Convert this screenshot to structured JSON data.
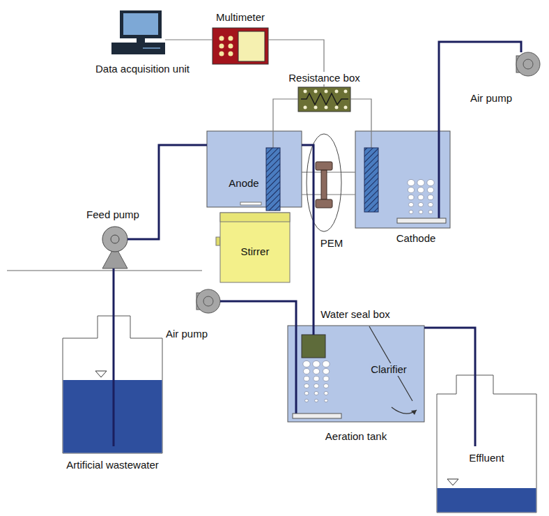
{
  "diagram": {
    "nodes": [
      {
        "text": [
          "Data acquisition unit"
        ]
      },
      {
        "text": [
          "Multimeter"
        ]
      },
      {
        "text": [
          "Resistance box"
        ]
      },
      {
        "text": [
          "Air pump"
        ]
      },
      {
        "text": [
          "Anode"
        ]
      },
      {
        "text": [
          "Cathode"
        ]
      },
      {
        "text": [
          "Feed pump"
        ]
      },
      {
        "text": [
          "Stirrer"
        ]
      },
      {
        "text": [
          "PEM"
        ]
      },
      {
        "text": [
          "Air pump"
        ]
      },
      {
        "text": [
          "Clarifier",
          "Aeration tank"
        ]
      },
      {
        "text": [
          "Water seal box"
        ],
        "in": 10
      },
      {
        "text": [
          "Artificial wastewater"
        ]
      },
      {
        "text": [
          "Effluent"
        ]
      }
    ],
    "edges": [
      {
        "from": 0,
        "to": 1,
        "arrow": "none"
      },
      {
        "from": 1,
        "to": 2,
        "arrow": "none"
      },
      {
        "from": 2,
        "to": 4,
        "arrow": "none"
      },
      {
        "from": 2,
        "to": 5,
        "arrow": "none"
      },
      {
        "from": 3,
        "to": 5,
        "arrow": "none"
      },
      {
        "from": 6,
        "to": 4,
        "arrow": "none"
      },
      {
        "from": 12,
        "to": 6,
        "arrow": "none"
      },
      {
        "from": 4,
        "to": 11,
        "arrow": "none"
      },
      {
        "from": 9,
        "to": 10,
        "arrow": "none"
      },
      {
        "from": 10,
        "to": 13,
        "arrow": "none"
      },
      {
        "from": 4,
        "to": 8,
        "arrow": "none"
      },
      {
        "from": 8,
        "to": 5,
        "arrow": "none"
      }
    ]
  }
}
